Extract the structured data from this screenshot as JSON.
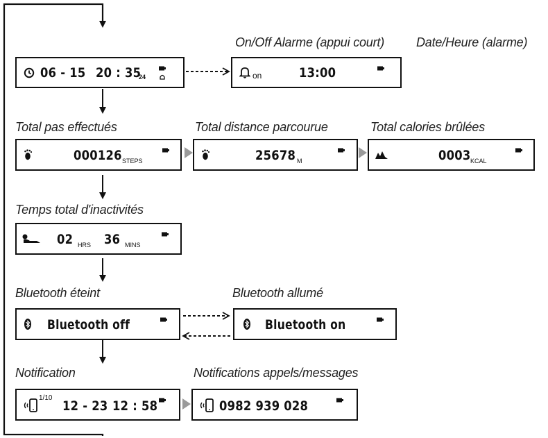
{
  "captions": {
    "alarm_onoff": "On/Off Alarme (appui court)",
    "alarm_datetime": "Date/Heure (alarme)",
    "steps": "Total pas effectués",
    "distance": "Total distance parcourue",
    "calories": "Total calories brûlées",
    "inactivity": "Temps total d'inactivités",
    "bt_off": "Bluetooth éteint",
    "bt_on": "Bluetooth allumé",
    "notification": "Notification",
    "calls_messages": "Notifications appels/messages"
  },
  "screens": {
    "clock": {
      "date": "06 - 15",
      "time": "20 : 35",
      "suffix": "24"
    },
    "alarm": {
      "state": "on",
      "time": "13:00"
    },
    "steps": {
      "value": "000126",
      "unit": "STEPS"
    },
    "distance": {
      "value": "25678",
      "unit": "M"
    },
    "calories": {
      "value": "0003",
      "unit": "KCAL"
    },
    "inactivity": {
      "hours": "02",
      "hours_unit": "HRS",
      "minutes": "36",
      "minutes_unit": "MINS"
    },
    "bt_off": {
      "text": "Bluetooth off"
    },
    "bt_on": {
      "text": "Bluetooth on"
    },
    "notification": {
      "counter": "1/10",
      "date": "12 - 23",
      "time": "12 : 58"
    },
    "call": {
      "number": "0982 939 028"
    }
  },
  "icons": {
    "clock": "clock-icon",
    "alarm": "bell-icon",
    "steps": "footprint-icon",
    "calories": "flame-icon",
    "inactivity": "reclining-person-icon",
    "bluetooth": "bluetooth-icon",
    "notification": "phone-vibrate-icon",
    "battery": "battery-icon"
  }
}
